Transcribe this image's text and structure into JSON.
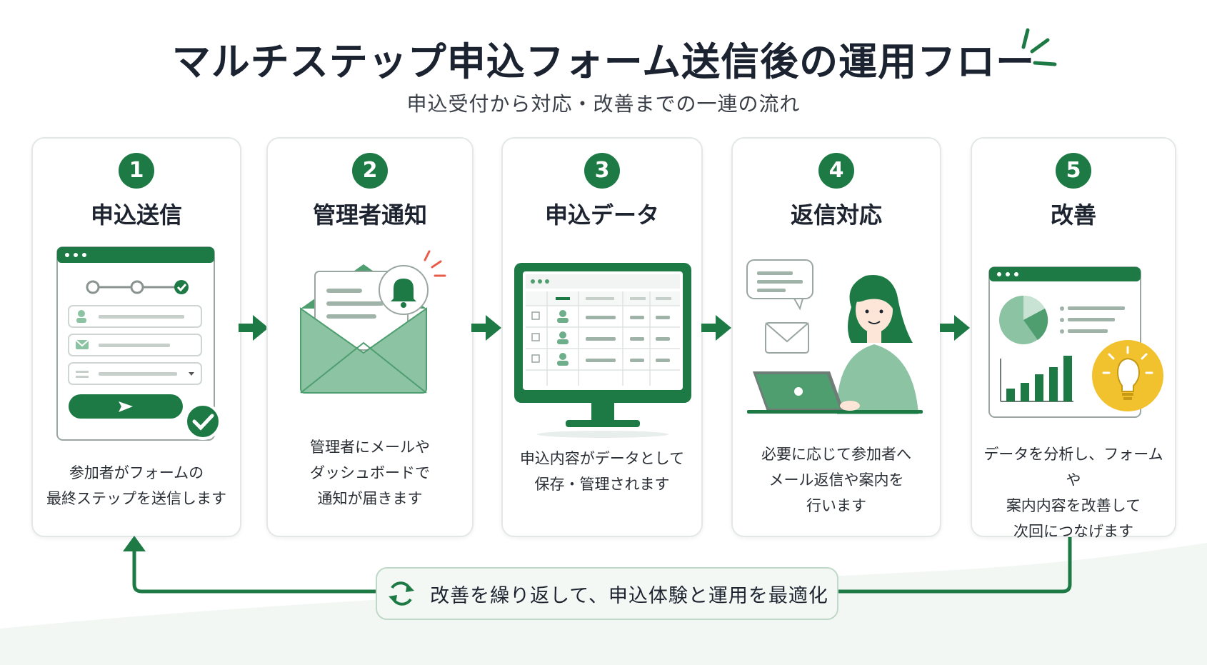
{
  "header": {
    "title": "マルチステップ申込フォーム送信後の運用フロー",
    "subtitle": "申込受付から対応・改善までの一連の流れ"
  },
  "steps": [
    {
      "number": "1",
      "title": "申込送信",
      "desc": [
        "参加者がフォームの",
        "最終ステップを送信します"
      ]
    },
    {
      "number": "2",
      "title": "管理者通知",
      "desc": [
        "管理者にメールや",
        "ダッシュボードで",
        "通知が届きます"
      ]
    },
    {
      "number": "3",
      "title": "申込データ",
      "desc": [
        "申込内容がデータとして",
        "保存・管理されます"
      ]
    },
    {
      "number": "4",
      "title": "返信対応",
      "desc": [
        "必要に応じて参加者へ",
        "メール返信や案内を",
        "行います"
      ]
    },
    {
      "number": "5",
      "title": "改善",
      "desc": [
        "データを分析し、フォームや",
        "案内内容を改善して",
        "次回につなげます"
      ]
    }
  ],
  "loop": {
    "label": "改善を繰り返して、申込体験と運用を最適化"
  },
  "colors": {
    "primary": "#1d7a45",
    "light": "#8cc3a2",
    "pale": "#e6f2ea",
    "accent_yellow": "#f2c12e",
    "accent_red": "#e85c4a"
  }
}
